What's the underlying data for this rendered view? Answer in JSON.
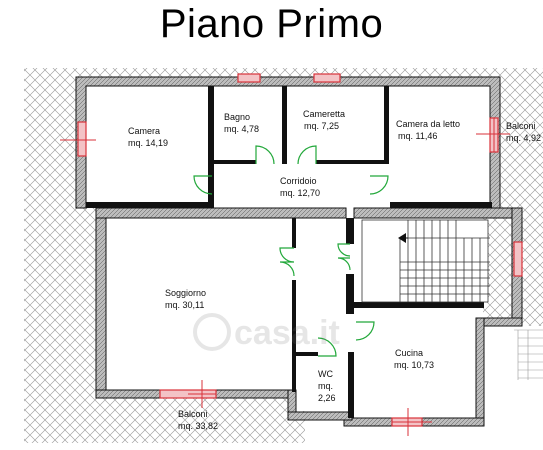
{
  "title": "Piano Primo",
  "rooms": [
    {
      "id": "camera",
      "name": "Camera",
      "area": "mq. 14,19"
    },
    {
      "id": "bagno",
      "name": "Bagno",
      "area": "mq. 4,78"
    },
    {
      "id": "cameretta",
      "name": "Cameretta",
      "area": "mq. 7,25"
    },
    {
      "id": "camera-letto",
      "name": "Camera da letto",
      "area": "mq. 11,46"
    },
    {
      "id": "balconi-right",
      "name": "Balconi",
      "area": "mq. 4,92"
    },
    {
      "id": "corridoio",
      "name": "Corridoio",
      "area": "mq. 12,70"
    },
    {
      "id": "soggiorno",
      "name": "Soggiorno",
      "area": "mq. 30,11"
    },
    {
      "id": "cucina",
      "name": "Cucina",
      "area": "mq. 10,73"
    },
    {
      "id": "wc",
      "name": "WC",
      "area_line1": "mq.",
      "area_line2": "2,26"
    },
    {
      "id": "balconi-bottom",
      "name": "Balconi",
      "area": "mq. 33,82"
    }
  ],
  "watermark": "casa.it",
  "colors": {
    "wall": "#1a1a1a",
    "door": "#22a83a",
    "window": "#d8323a",
    "hatch": "#9a9a9a"
  }
}
